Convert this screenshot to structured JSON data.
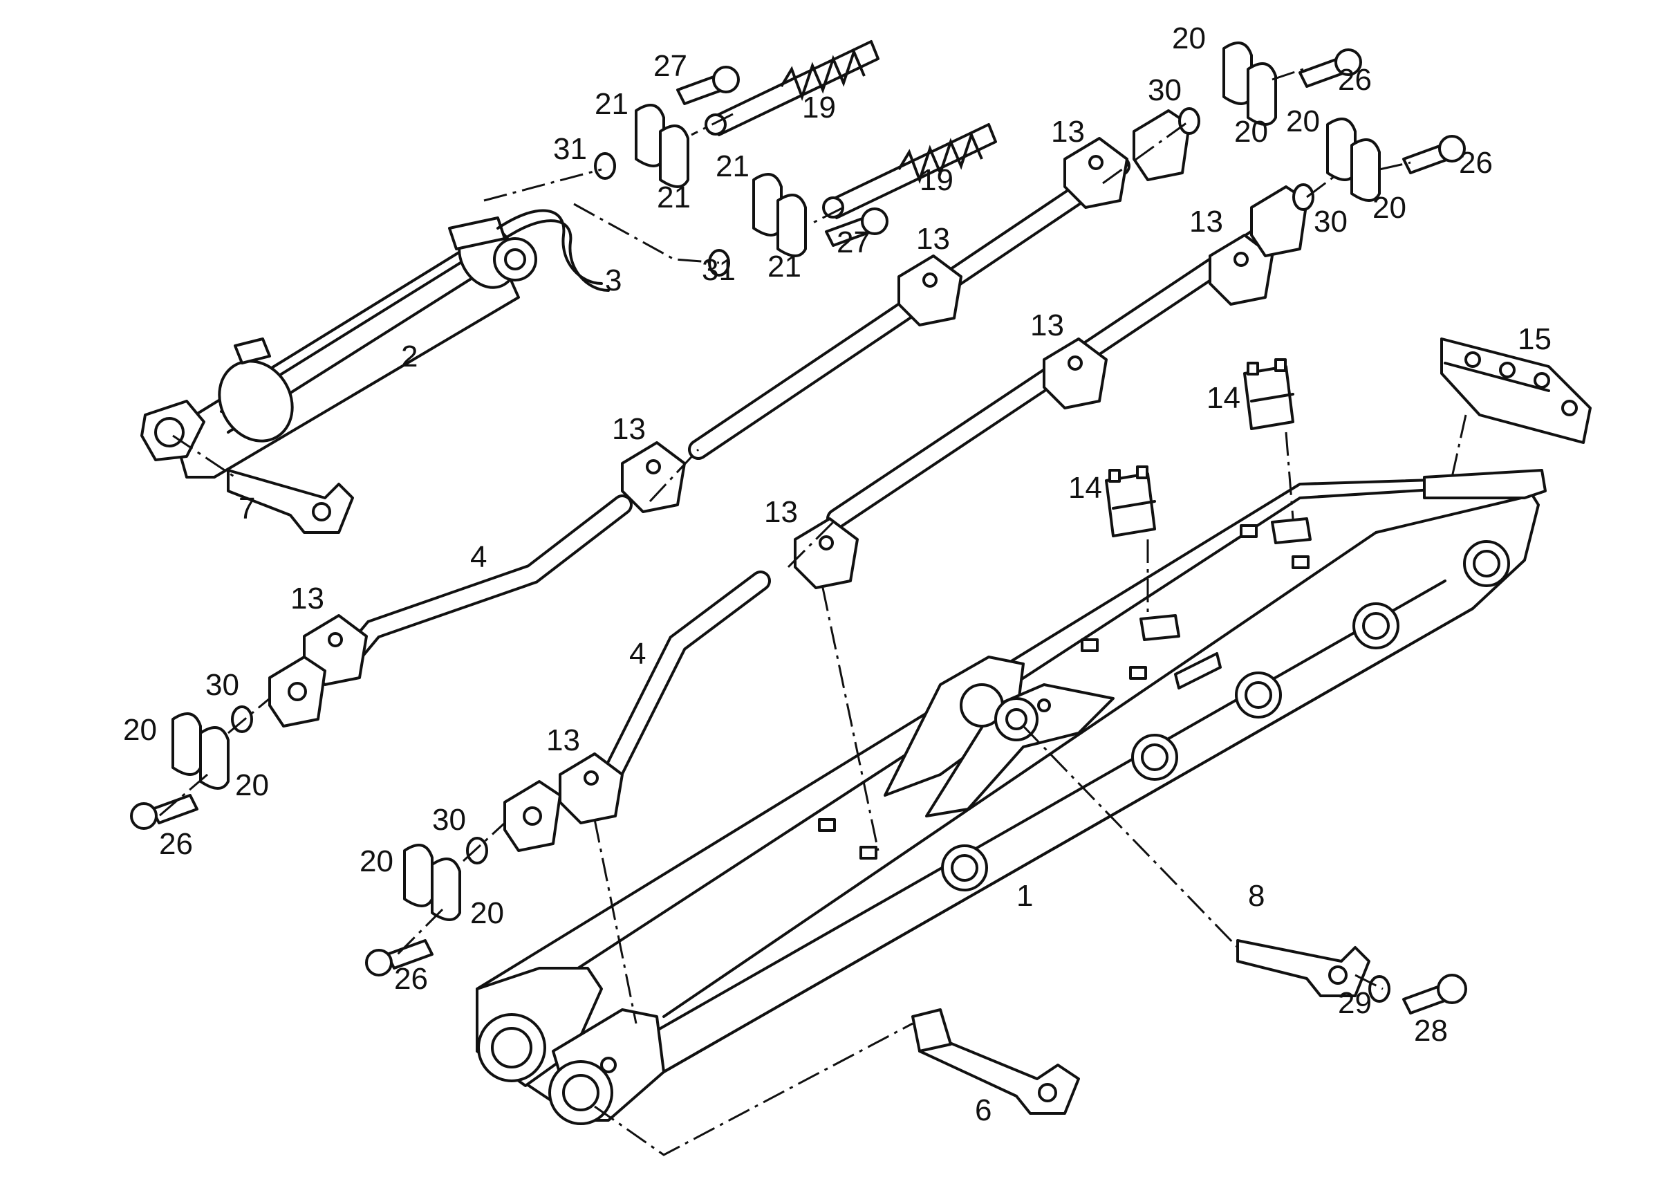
{
  "diagram": {
    "callouts": [
      {
        "id": "c1",
        "text": "1"
      },
      {
        "id": "c2",
        "text": "2"
      },
      {
        "id": "c3",
        "text": "3"
      },
      {
        "id": "c4a",
        "text": "4"
      },
      {
        "id": "c4b",
        "text": "4"
      },
      {
        "id": "c6",
        "text": "6"
      },
      {
        "id": "c7",
        "text": "7"
      },
      {
        "id": "c8",
        "text": "8"
      },
      {
        "id": "c13a",
        "text": "13"
      },
      {
        "id": "c13b",
        "text": "13"
      },
      {
        "id": "c13c",
        "text": "13"
      },
      {
        "id": "c13d",
        "text": "13"
      },
      {
        "id": "c13e",
        "text": "13"
      },
      {
        "id": "c13f",
        "text": "13"
      },
      {
        "id": "c13g",
        "text": "13"
      },
      {
        "id": "c13h",
        "text": "13"
      },
      {
        "id": "c14a",
        "text": "14"
      },
      {
        "id": "c14b",
        "text": "14"
      },
      {
        "id": "c15",
        "text": "15"
      },
      {
        "id": "c19a",
        "text": "19"
      },
      {
        "id": "c19b",
        "text": "19"
      },
      {
        "id": "c20a",
        "text": "20"
      },
      {
        "id": "c20b",
        "text": "20"
      },
      {
        "id": "c20c",
        "text": "20"
      },
      {
        "id": "c20d",
        "text": "20"
      },
      {
        "id": "c20e",
        "text": "20"
      },
      {
        "id": "c20f",
        "text": "20"
      },
      {
        "id": "c20g",
        "text": "20"
      },
      {
        "id": "c20h",
        "text": "20"
      },
      {
        "id": "c21a",
        "text": "21"
      },
      {
        "id": "c21b",
        "text": "21"
      },
      {
        "id": "c21c",
        "text": "21"
      },
      {
        "id": "c21d",
        "text": "21"
      },
      {
        "id": "c26a",
        "text": "26"
      },
      {
        "id": "c26b",
        "text": "26"
      },
      {
        "id": "c26c",
        "text": "26"
      },
      {
        "id": "c26d",
        "text": "26"
      },
      {
        "id": "c27a",
        "text": "27"
      },
      {
        "id": "c27b",
        "text": "27"
      },
      {
        "id": "c28",
        "text": "28"
      },
      {
        "id": "c29",
        "text": "29"
      },
      {
        "id": "c30a",
        "text": "30"
      },
      {
        "id": "c30b",
        "text": "30"
      },
      {
        "id": "c30c",
        "text": "30"
      },
      {
        "id": "c30d",
        "text": "30"
      },
      {
        "id": "c31a",
        "text": "31"
      },
      {
        "id": "c31b",
        "text": "31"
      }
    ]
  }
}
